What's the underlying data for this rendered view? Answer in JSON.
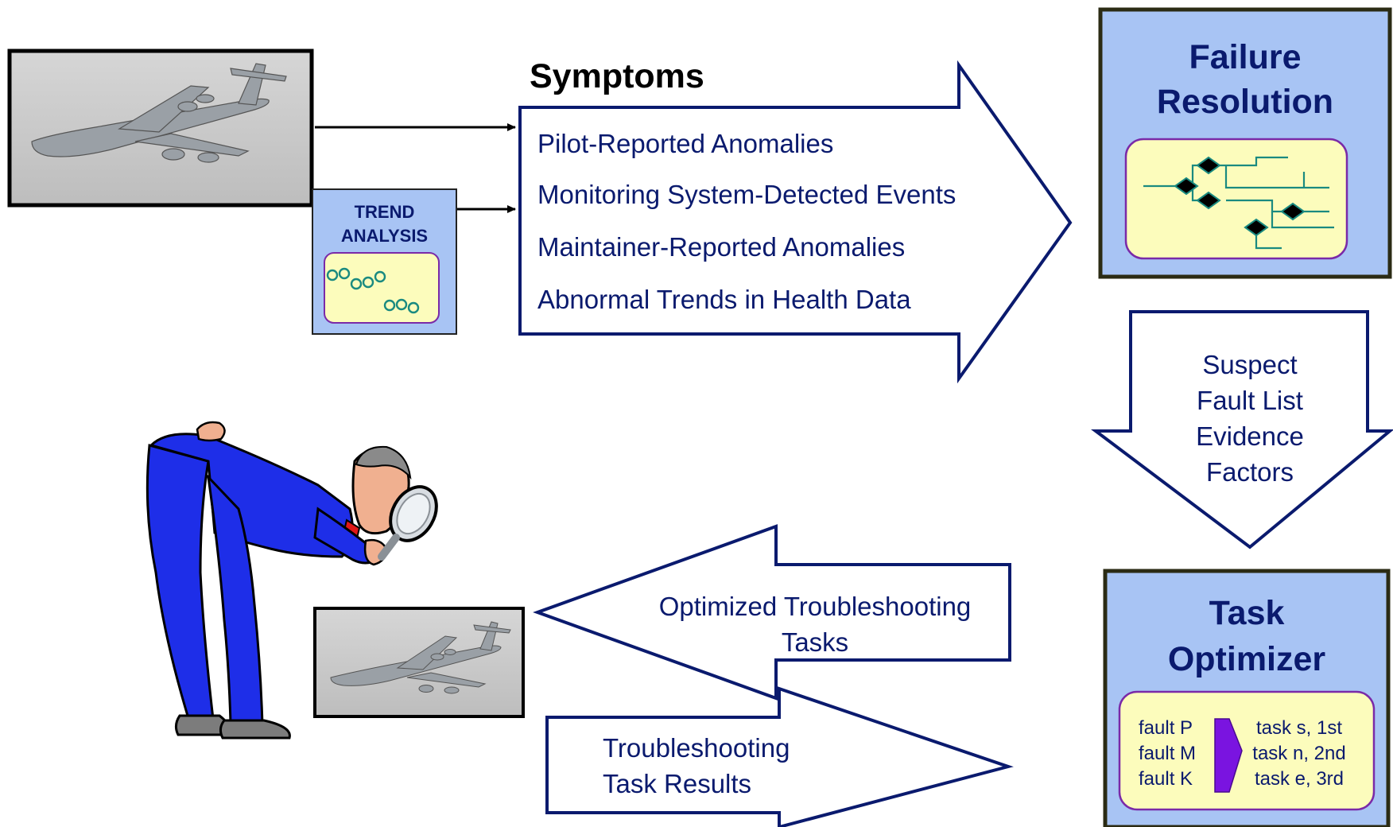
{
  "symptoms": {
    "title": "Symptoms",
    "items": [
      "Pilot-Reported Anomalies",
      "Monitoring System-Detected Events",
      "Maintainer-Reported Anomalies",
      "Abnormal Trends in Health Data"
    ]
  },
  "trend_analysis": {
    "line1": "TREND",
    "line2": "ANALYSIS"
  },
  "failure_resolution": {
    "line1": "Failure",
    "line2": "Resolution"
  },
  "suspect_arrow": {
    "lines": [
      "Suspect",
      "Fault List",
      "Evidence",
      "Factors"
    ]
  },
  "task_optimizer": {
    "line1": "Task",
    "line2": "Optimizer",
    "faults": [
      "fault P",
      "fault M",
      "fault K"
    ],
    "tasks": [
      "task s, 1st",
      "task n, 2nd",
      "task e, 3rd"
    ]
  },
  "optimized_arrow": {
    "line1": "Optimized Troubleshooting",
    "line2": "Tasks"
  },
  "results_arrow": {
    "line1": "Troubleshooting",
    "line2": "Task Results"
  },
  "colors": {
    "navy": "#0a1a6e",
    "box_blue": "#a8c4f4",
    "panel_yellow": "#fcfcbc",
    "panel_border": "#7a2aa8",
    "teal": "#1a8a80",
    "purple_arrow": "#7a14e0",
    "suit_blue": "#1e2ee8"
  }
}
